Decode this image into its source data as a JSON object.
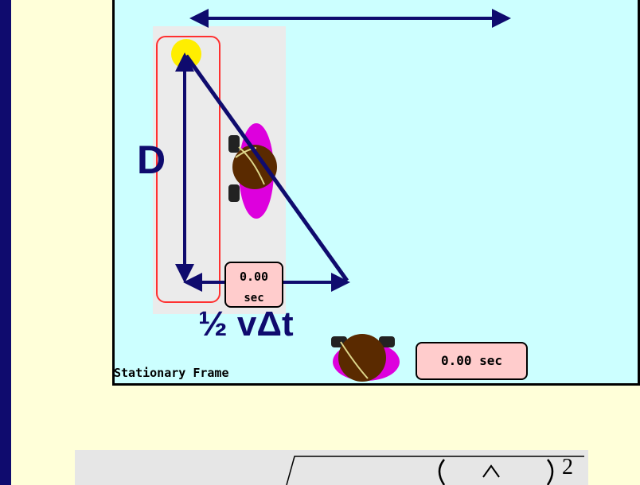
{
  "diagram": {
    "frame_label": "Stationary Frame",
    "timer_moving": {
      "value": "0.00",
      "unit": "sec"
    },
    "timer_stationary": "0.00 sec",
    "label_d": "D",
    "label_half_vdt": "½ vΔt",
    "formula_exponent": "2"
  },
  "colors": {
    "border_navy": "#0f0b6e",
    "background_cream": "#ffffd9",
    "stage_cyan": "#ccffff",
    "arrow_navy": "#0f0b6e",
    "clock_outline_red": "#ff3030",
    "timer_pink": "#ffcccc",
    "light_ball_yellow": "#ffee00",
    "person_magenta": "#dd00dd",
    "person_brown": "#5a2a00"
  }
}
